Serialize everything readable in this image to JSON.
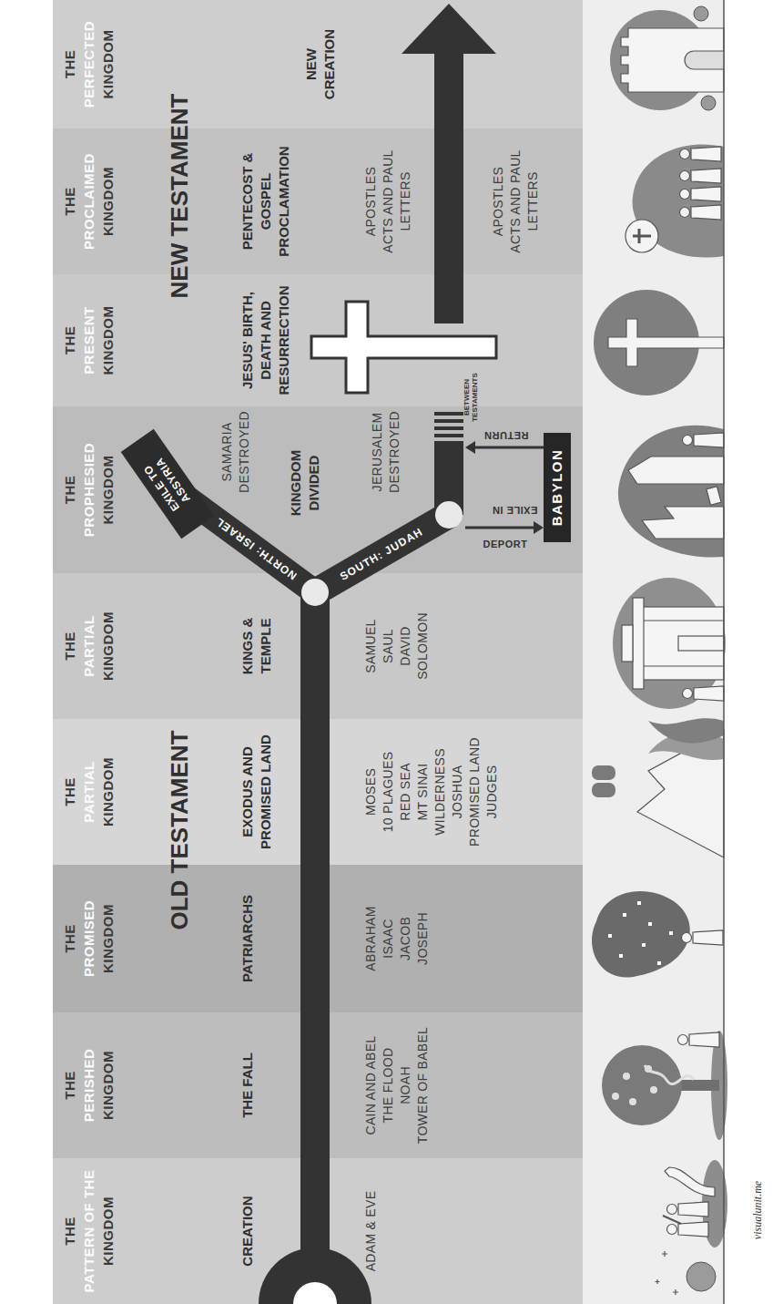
{
  "diagram": {
    "nodes": [
      {
        "text": [
          "THE",
          "PATTERN OF THE",
          "KINGDOM",
          "CREATION",
          "ADAM & EVE"
        ]
      },
      {
        "text": [
          "THE",
          "PERISHED",
          "KINGDOM",
          "THE FALL",
          "CAIN AND ABEL",
          "THE FLOOD",
          "NOAH",
          "TOWER OF BABEL"
        ]
      },
      {
        "text": [
          "THE",
          "PROMISED",
          "KINGDOM",
          "PATRIARCHS",
          "ABRAHAM",
          "ISAAC",
          "JACOB",
          "JOSEPH"
        ]
      },
      {
        "text": [
          "THE",
          "PARTIAL",
          "KINGDOM",
          "EXODUS AND PROMISED LAND",
          "MOSES",
          "10 PLAGUES",
          "RED SEA",
          "MT SINAI",
          "WILDERNESS",
          "JOSHUA",
          "PROMISED LAND",
          "JUDGES"
        ]
      },
      {
        "text": [
          "THE",
          "PARTIAL",
          "KINGDOM",
          "KINGS & TEMPLE",
          "SAMUEL",
          "SAUL",
          "DAVID",
          "SOLOMON"
        ]
      },
      {
        "text": [
          "THE",
          "PROPHESIED",
          "KINGDOM",
          "SAMARIA DESTROYED",
          "KINGDOM DIVIDED",
          "JERUSALEM DESTROYED"
        ]
      },
      {
        "text": [
          "EXILE TO ASSYRIA"
        ],
        "in": 5
      },
      {
        "text": [
          "EXILE IN",
          "BABYLON"
        ],
        "in": 5
      },
      {
        "text": [
          "THE",
          "PRESENT",
          "KINGDOM",
          "JESUS' BIRTH, DEATH AND RESURRECTION"
        ]
      },
      {
        "text": [
          "THE",
          "PROCLAIMED",
          "KINGDOM",
          "PENTECOST & GOSPEL PROCLAMATION",
          "APOSTLES",
          "ACTS AND PAUL LETTERS",
          "APOSTLES",
          "ACTS AND PAUL LETTERS"
        ]
      },
      {
        "text": [
          "THE",
          "PERFECTED",
          "KINGDOM",
          "NEW CREATION"
        ]
      }
    ],
    "labels": [
      "OLD TESTAMENT",
      "NEW TESTAMENT",
      "NORTH: ISRAEL",
      "SOUTH: JUDAH",
      "DEPORT",
      "RETURN",
      "BETWEEN TESTAMENTS",
      "visualunit.me"
    ]
  }
}
